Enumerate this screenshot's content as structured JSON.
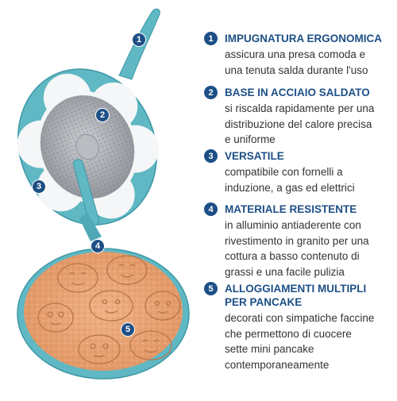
{
  "markers": [
    "1",
    "2",
    "3",
    "4",
    "5"
  ],
  "features": [
    {
      "number": "1",
      "title": "IMPUGNATURA ERGONOMICA",
      "desc_lines": [
        "assicura una presa comoda e",
        "una tenuta salda durante l'uso"
      ]
    },
    {
      "number": "2",
      "title": "BASE IN ACCIAIO SALDATO",
      "desc_lines": [
        "si riscalda rapidamente per una",
        "distribuzione del calore precisa",
        "e uniforme"
      ]
    },
    {
      "number": "3",
      "title": "VERSATILE",
      "desc_lines": [
        "compatibile con fornelli a",
        "induzione, a gas ed elettrici"
      ]
    },
    {
      "number": "4",
      "title": "MATERIALE RESISTENTE",
      "desc_lines": [
        "in alluminio antiaderente con",
        "rivestimento in granito per una",
        "cottura a basso contenuto di",
        "grassi e una facile pulizia"
      ]
    },
    {
      "number": "5",
      "title_lines": [
        "ALLOGGIAMENTI MULTIPLI",
        "PER PANCAKE"
      ],
      "desc_lines": [
        "decorati con simpatiche faccine",
        "che permettono di cuocere",
        "sette mini pancake",
        "contemporaneamente"
      ]
    }
  ],
  "colors": {
    "accent_navy": "#1d4f86",
    "pan_turquoise": "#5fb8c4",
    "granite_peach": "#e8a273",
    "steel_base": "#a9adb2"
  }
}
